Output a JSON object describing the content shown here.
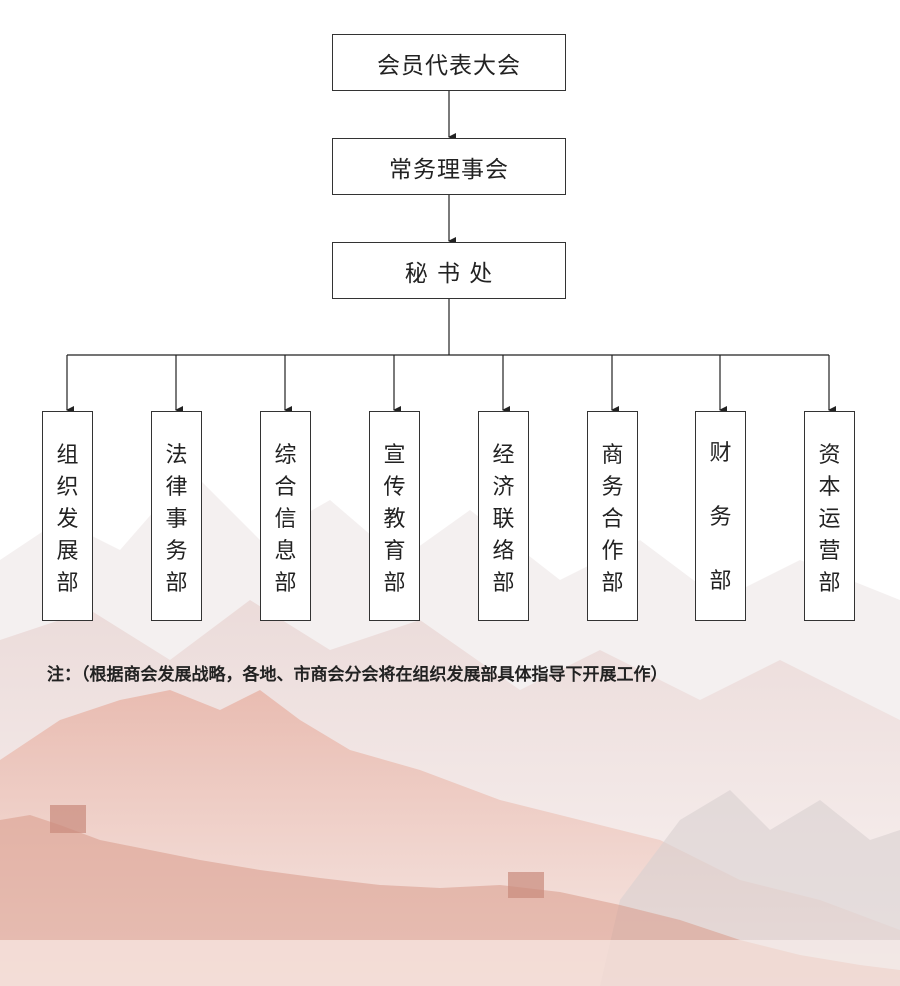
{
  "top_nodes": {
    "assembly": "会员代表大会",
    "council": "常务理事会",
    "secretariat": "秘 书 处"
  },
  "departments": [
    "组织发展部",
    "法律事务部",
    "综合信息部",
    "宣传教育部",
    "经济联络部",
    "商务合作部",
    "财务部",
    "资本运营部"
  ],
  "note": "注：（根据商会发展战略，各地、市商会分会将在组织发展部具体指导下开展工作）",
  "colors": {
    "line": "#222222",
    "mountain_warm": "#e3a898",
    "mountain_pale": "#f2dcd8",
    "mountain_grey": "#cfc6c6"
  }
}
